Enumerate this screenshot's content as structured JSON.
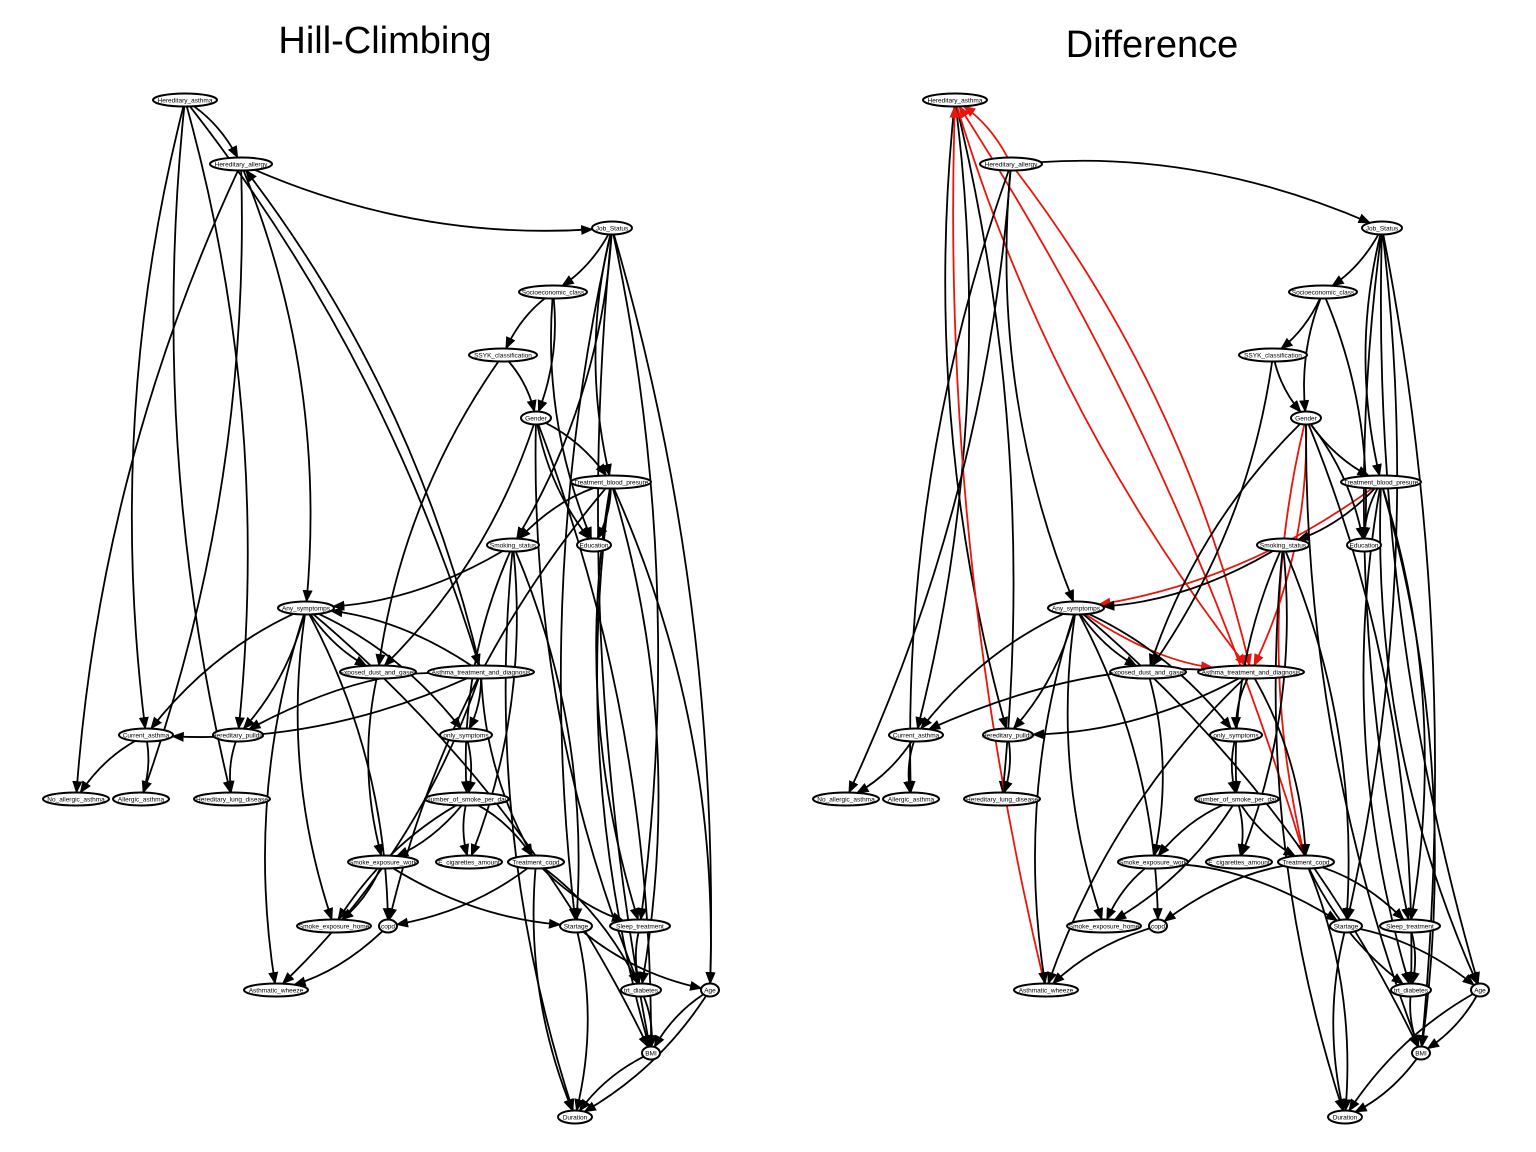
{
  "panels": [
    {
      "title": "Hill-Climbing",
      "edges": [
        [
          "Hereditary_asthma",
          "Hereditary_allergy",
          "black"
        ],
        [
          "Hereditary_asthma",
          "Current_asthma",
          "black"
        ],
        [
          "Hereditary_asthma",
          "Hereditary_pulldis",
          "black"
        ],
        [
          "Hereditary_asthma",
          "Hereditary_lung_disease",
          "black"
        ],
        [
          "Hereditary_asthma",
          "Asthma_treatment_and_diagnosis",
          "black"
        ],
        [
          "Hereditary_allergy",
          "Job_Status",
          "black"
        ],
        [
          "Hereditary_allergy",
          "Any_symptomps",
          "black"
        ],
        [
          "Hereditary_allergy",
          "No_allergic_asthma",
          "black"
        ],
        [
          "Hereditary_allergy",
          "Allergic_asthma",
          "black"
        ],
        [
          "Asthma_treatment_and_diagnosis",
          "Hereditary_allergy",
          "black"
        ],
        [
          "Job_Status",
          "Socioeconomic_class",
          "black"
        ],
        [
          "Job_Status",
          "Treatment_blood_presure",
          "black"
        ],
        [
          "Job_Status",
          "Smoking_status",
          "black"
        ],
        [
          "Job_Status",
          "Startage",
          "black"
        ],
        [
          "Job_Status",
          "Sleep_treatment",
          "black"
        ],
        [
          "Job_Status",
          "BMI",
          "black"
        ],
        [
          "Job_Status",
          "Age",
          "black"
        ],
        [
          "Socioeconomic_class",
          "SSYK_classification",
          "black"
        ],
        [
          "Socioeconomic_class",
          "Gender",
          "black"
        ],
        [
          "Socioeconomic_class",
          "Education",
          "black"
        ],
        [
          "SSYK_classification",
          "Gender",
          "black"
        ],
        [
          "SSYK_classification",
          "Exposed_dust_and_gases",
          "black"
        ],
        [
          "Gender",
          "Treatment_blood_presure",
          "black"
        ],
        [
          "Gender",
          "Education",
          "black"
        ],
        [
          "Gender",
          "Exposed_dust_and_gases",
          "black"
        ],
        [
          "Gender",
          "trt_diabetes",
          "black"
        ],
        [
          "Gender",
          "BMI",
          "black"
        ],
        [
          "Treatment_blood_presure",
          "Smoking_status",
          "black"
        ],
        [
          "Treatment_blood_presure",
          "Education",
          "black"
        ],
        [
          "Treatment_blood_presure",
          "Sleep_treatment",
          "black"
        ],
        [
          "Treatment_blood_presure",
          "trt_diabetes",
          "black"
        ],
        [
          "Treatment_blood_presure",
          "BMI",
          "black"
        ],
        [
          "Treatment_blood_presure",
          "Age",
          "black"
        ],
        [
          "Treatment_blood_presure",
          "copd",
          "black"
        ],
        [
          "Smoking_status",
          "Any_symptomps",
          "black"
        ],
        [
          "Smoking_status",
          "Duration",
          "black"
        ],
        [
          "Smoking_status",
          "Startage",
          "black"
        ],
        [
          "Smoking_status",
          "Number_of_smoke_per_day",
          "black"
        ],
        [
          "Smoking_status",
          "E_cigarettes_amount",
          "black"
        ],
        [
          "Any_symptomps",
          "Exposed_dust_and_gases",
          "black"
        ],
        [
          "Any_symptomps",
          "only_symptoms",
          "black"
        ],
        [
          "Any_symptomps",
          "Current_asthma",
          "black"
        ],
        [
          "Any_symptomps",
          "Hereditary_pulldis",
          "black"
        ],
        [
          "Any_symptomps",
          "Smoke_exposure_home",
          "black"
        ],
        [
          "Any_symptomps",
          "copd",
          "black"
        ],
        [
          "Any_symptomps",
          "Asthmatic_wheeze",
          "black"
        ],
        [
          "Any_symptomps",
          "BMI",
          "black"
        ],
        [
          "Asthma_treatment_and_diagnosis",
          "Any_symptomps",
          "black"
        ],
        [
          "Asthma_treatment_and_diagnosis",
          "Current_asthma",
          "black"
        ],
        [
          "Asthma_treatment_and_diagnosis",
          "Hereditary_pulldis",
          "black"
        ],
        [
          "Asthma_treatment_and_diagnosis",
          "only_symptoms",
          "black"
        ],
        [
          "Asthma_treatment_and_diagnosis",
          "Treatment_copd",
          "black"
        ],
        [
          "Asthma_treatment_and_diagnosis",
          "Asthmatic_wheeze",
          "black"
        ],
        [
          "Current_asthma",
          "No_allergic_asthma",
          "black"
        ],
        [
          "Current_asthma",
          "Allergic_asthma",
          "black"
        ],
        [
          "Hereditary_pulldis",
          "Hereditary_lung_disease",
          "black"
        ],
        [
          "only_symptoms",
          "Number_of_smoke_per_day",
          "black"
        ],
        [
          "Exposed_dust_and_gases",
          "Smoke_exposure_work",
          "black"
        ],
        [
          "Number_of_smoke_per_day",
          "Smoke_exposure_work",
          "black"
        ],
        [
          "Number_of_smoke_per_day",
          "E_cigarettes_amount",
          "black"
        ],
        [
          "Number_of_smoke_per_day",
          "Treatment_copd",
          "black"
        ],
        [
          "Number_of_smoke_per_day",
          "Smoke_exposure_home",
          "black"
        ],
        [
          "Smoke_exposure_work",
          "Smoke_exposure_home",
          "black"
        ],
        [
          "Smoke_exposure_work",
          "Startage",
          "black"
        ],
        [
          "Treatment_copd",
          "copd",
          "black"
        ],
        [
          "Treatment_copd",
          "Sleep_treatment",
          "black"
        ],
        [
          "Treatment_copd",
          "trt_diabetes",
          "black"
        ],
        [
          "Treatment_copd",
          "Duration",
          "black"
        ],
        [
          "copd",
          "Asthmatic_wheeze",
          "black"
        ],
        [
          "Startage",
          "Age",
          "black"
        ],
        [
          "Startage",
          "Duration",
          "black"
        ],
        [
          "Sleep_treatment",
          "trt_diabetes",
          "black"
        ],
        [
          "trt_diabetes",
          "BMI",
          "black"
        ],
        [
          "Age",
          "BMI",
          "black"
        ],
        [
          "Age",
          "Duration",
          "black"
        ],
        [
          "BMI",
          "Duration",
          "black"
        ]
      ]
    },
    {
      "title": "Difference",
      "edges": [
        [
          "Hereditary_asthma",
          "Current_asthma",
          "black"
        ],
        [
          "Hereditary_asthma",
          "Hereditary_pulldis",
          "black"
        ],
        [
          "Hereditary_asthma",
          "Hereditary_lung_disease",
          "black"
        ],
        [
          "Hereditary_allergy",
          "Hereditary_asthma",
          "red"
        ],
        [
          "Asthmatic_wheeze",
          "Hereditary_asthma",
          "red"
        ],
        [
          "Treatment_copd",
          "Hereditary_asthma",
          "red"
        ],
        [
          "Hereditary_allergy",
          "Asthma_treatment_and_diagnosis",
          "red"
        ],
        [
          "Hereditary_asthma",
          "Asthma_treatment_and_diagnosis",
          "red"
        ],
        [
          "Gender",
          "Asthma_treatment_and_diagnosis",
          "red"
        ],
        [
          "Gender",
          "Treatment_copd",
          "red"
        ],
        [
          "Treatment_blood_presure",
          "Any_symptomps",
          "red"
        ],
        [
          "Any_symptomps",
          "Asthma_treatment_and_diagnosis",
          "red"
        ],
        [
          "Hereditary_allergy",
          "Job_Status",
          "black"
        ],
        [
          "Hereditary_allergy",
          "Any_symptomps",
          "black"
        ],
        [
          "Hereditary_allergy",
          "No_allergic_asthma",
          "black"
        ],
        [
          "Hereditary_allergy",
          "Allergic_asthma",
          "black"
        ],
        [
          "Job_Status",
          "Socioeconomic_class",
          "black"
        ],
        [
          "Job_Status",
          "Treatment_blood_presure",
          "black"
        ],
        [
          "Job_Status",
          "Startage",
          "black"
        ],
        [
          "Job_Status",
          "Sleep_treatment",
          "black"
        ],
        [
          "Job_Status",
          "BMI",
          "black"
        ],
        [
          "Job_Status",
          "Age",
          "black"
        ],
        [
          "Socioeconomic_class",
          "SSYK_classification",
          "black"
        ],
        [
          "Socioeconomic_class",
          "Gender",
          "black"
        ],
        [
          "Socioeconomic_class",
          "Education",
          "black"
        ],
        [
          "SSYK_classification",
          "Gender",
          "black"
        ],
        [
          "SSYK_classification",
          "Exposed_dust_and_gases",
          "black"
        ],
        [
          "Gender",
          "Treatment_blood_presure",
          "black"
        ],
        [
          "Gender",
          "Education",
          "black"
        ],
        [
          "Gender",
          "Exposed_dust_and_gases",
          "black"
        ],
        [
          "Gender",
          "trt_diabetes",
          "black"
        ],
        [
          "Gender",
          "BMI",
          "black"
        ],
        [
          "Treatment_blood_presure",
          "Smoking_status",
          "black"
        ],
        [
          "Treatment_blood_presure",
          "Education",
          "black"
        ],
        [
          "Treatment_blood_presure",
          "Sleep_treatment",
          "black"
        ],
        [
          "Treatment_blood_presure",
          "trt_diabetes",
          "black"
        ],
        [
          "Treatment_blood_presure",
          "BMI",
          "black"
        ],
        [
          "Treatment_blood_presure",
          "Age",
          "black"
        ],
        [
          "Smoking_status",
          "Any_symptomps",
          "black"
        ],
        [
          "Smoking_status",
          "Duration",
          "black"
        ],
        [
          "Smoking_status",
          "Startage",
          "black"
        ],
        [
          "Smoking_status",
          "Number_of_smoke_per_day",
          "black"
        ],
        [
          "Smoking_status",
          "E_cigarettes_amount",
          "black"
        ],
        [
          "Any_symptomps",
          "Exposed_dust_and_gases",
          "black"
        ],
        [
          "Any_symptomps",
          "only_symptoms",
          "black"
        ],
        [
          "Any_symptomps",
          "Current_asthma",
          "black"
        ],
        [
          "Any_symptomps",
          "Hereditary_pulldis",
          "black"
        ],
        [
          "Any_symptomps",
          "Smoke_exposure_home",
          "black"
        ],
        [
          "Any_symptomps",
          "copd",
          "black"
        ],
        [
          "Any_symptomps",
          "Asthmatic_wheeze",
          "black"
        ],
        [
          "Any_symptomps",
          "BMI",
          "black"
        ],
        [
          "Asthma_treatment_and_diagnosis",
          "Current_asthma",
          "black"
        ],
        [
          "Asthma_treatment_and_diagnosis",
          "Hereditary_pulldis",
          "black"
        ],
        [
          "Asthma_treatment_and_diagnosis",
          "only_symptoms",
          "black"
        ],
        [
          "Asthma_treatment_and_diagnosis",
          "Treatment_copd",
          "black"
        ],
        [
          "Asthma_treatment_and_diagnosis",
          "Asthmatic_wheeze",
          "black"
        ],
        [
          "Current_asthma",
          "No_allergic_asthma",
          "black"
        ],
        [
          "Current_asthma",
          "Allergic_asthma",
          "black"
        ],
        [
          "Hereditary_pulldis",
          "Hereditary_lung_disease",
          "black"
        ],
        [
          "only_symptoms",
          "Number_of_smoke_per_day",
          "black"
        ],
        [
          "Exposed_dust_and_gases",
          "Smoke_exposure_work",
          "black"
        ],
        [
          "Number_of_smoke_per_day",
          "Smoke_exposure_work",
          "black"
        ],
        [
          "Number_of_smoke_per_day",
          "E_cigarettes_amount",
          "black"
        ],
        [
          "Number_of_smoke_per_day",
          "Treatment_copd",
          "black"
        ],
        [
          "Number_of_smoke_per_day",
          "Smoke_exposure_home",
          "black"
        ],
        [
          "Smoke_exposure_work",
          "Smoke_exposure_home",
          "black"
        ],
        [
          "Smoke_exposure_work",
          "Startage",
          "black"
        ],
        [
          "Treatment_copd",
          "copd",
          "black"
        ],
        [
          "Treatment_copd",
          "Sleep_treatment",
          "black"
        ],
        [
          "Treatment_copd",
          "trt_diabetes",
          "black"
        ],
        [
          "Treatment_copd",
          "Duration",
          "black"
        ],
        [
          "copd",
          "Asthmatic_wheeze",
          "black"
        ],
        [
          "Startage",
          "Age",
          "black"
        ],
        [
          "Startage",
          "Duration",
          "black"
        ],
        [
          "Sleep_treatment",
          "trt_diabetes",
          "black"
        ],
        [
          "trt_diabetes",
          "BMI",
          "black"
        ],
        [
          "Age",
          "BMI",
          "black"
        ],
        [
          "Age",
          "Duration",
          "black"
        ],
        [
          "BMI",
          "Duration",
          "black"
        ]
      ]
    }
  ],
  "nodes": [
    "Hereditary_asthma",
    "Hereditary_allergy",
    "Job_Status",
    "Socioeconomic_class",
    "SSYK_classification",
    "Gender",
    "Treatment_blood_presure",
    "Smoking_status",
    "Education",
    "Any_symptomps",
    "Exposed_dust_and_gases",
    "Asthma_treatment_and_diagnosis",
    "Current_asthma",
    "Hereditary_pulldis",
    "only_symptoms",
    "No_allergic_asthma",
    "Allergic_asthma",
    "Hereditary_lung_disease",
    "Number_of_smoke_per_day",
    "Smoke_exposure_work",
    "E_cigarettes_amount",
    "Treatment_copd",
    "Smoke_exposure_home",
    "copd",
    "Startage",
    "Sleep_treatment",
    "Asthmatic_wheeze",
    "trt_diabetes",
    "Age",
    "BMI",
    "Duration"
  ],
  "colors": {
    "black": "#000000",
    "red": "#e8150c"
  }
}
